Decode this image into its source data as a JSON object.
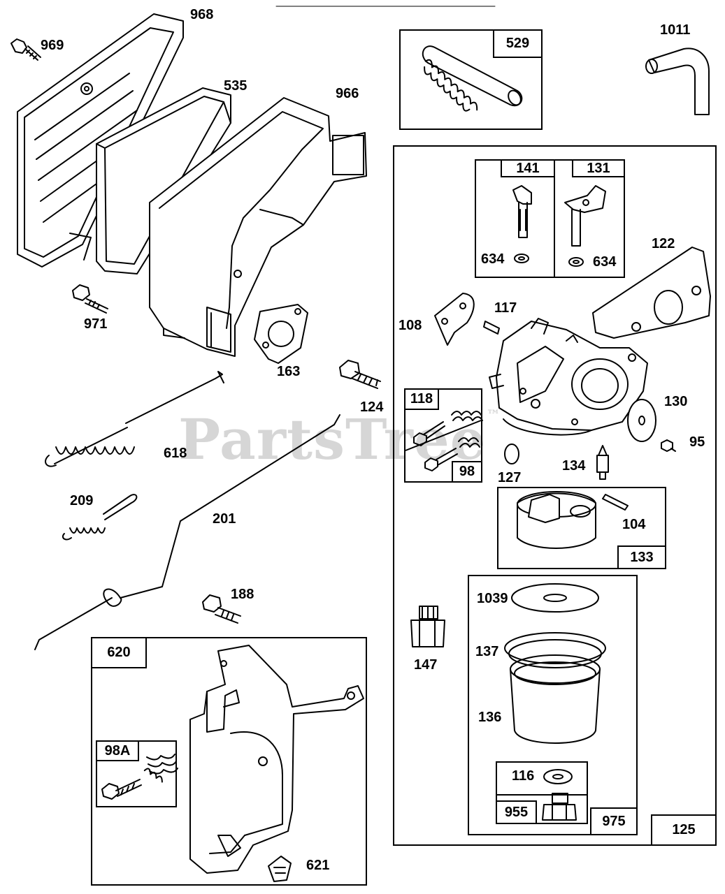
{
  "watermark": "PartsTree",
  "watermark_mark": "™",
  "labels": {
    "p968": "968",
    "p969": "969",
    "p535": "535",
    "p966": "966",
    "p971": "971",
    "p163": "163",
    "p124": "124",
    "p618": "618",
    "p209": "209",
    "p201": "201",
    "p188": "188",
    "p620": "620",
    "p98A": "98A",
    "p621": "621",
    "p529": "529",
    "p1011": "1011",
    "p141": "141",
    "p131": "131",
    "p634a": "634",
    "p634b": "634",
    "p122": "122",
    "p108": "108",
    "p117": "117",
    "p118": "118",
    "p98": "98",
    "p130": "130",
    "p95": "95",
    "p134": "134",
    "p127": "127",
    "p104": "104",
    "p133": "133",
    "p147": "147",
    "p1039": "1039",
    "p137": "137",
    "p136": "136",
    "p116": "116",
    "p955": "955",
    "p975": "975",
    "p125": "125"
  },
  "icons": [
    "air-filter-cover",
    "air-filter-element",
    "air-cleaner-base",
    "screw",
    "gasket",
    "spring",
    "link-rod",
    "hose",
    "elbow-hose",
    "carburetor",
    "float",
    "float-bowl",
    "control-bracket",
    "throttle-shaft",
    "choke-shaft",
    "idle-screw",
    "fuel-fitting",
    "nut",
    "inlet-needle"
  ]
}
